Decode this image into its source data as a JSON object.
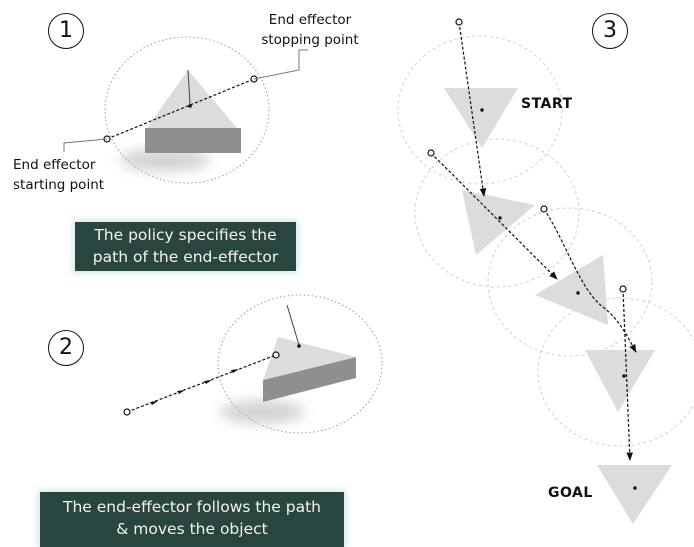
{
  "steps": [
    "1",
    "2",
    "3"
  ],
  "panel1": {
    "stop_label_line1": "End effector",
    "stop_label_line2": "stopping point",
    "start_label_line1": "End effector",
    "start_label_line2": "starting point",
    "caption_line1": "The policy specifies the",
    "caption_line2": "path of the end-effector"
  },
  "panel2": {
    "caption_line1": "The end-effector follows the path",
    "caption_line2": "& moves the object"
  },
  "panel3": {
    "start_label": "START",
    "goal_label": "GOAL"
  },
  "colors": {
    "caption_bg": "#28463f",
    "object_light": "#dcdcdc",
    "object_dark": "#8f8f8f"
  }
}
